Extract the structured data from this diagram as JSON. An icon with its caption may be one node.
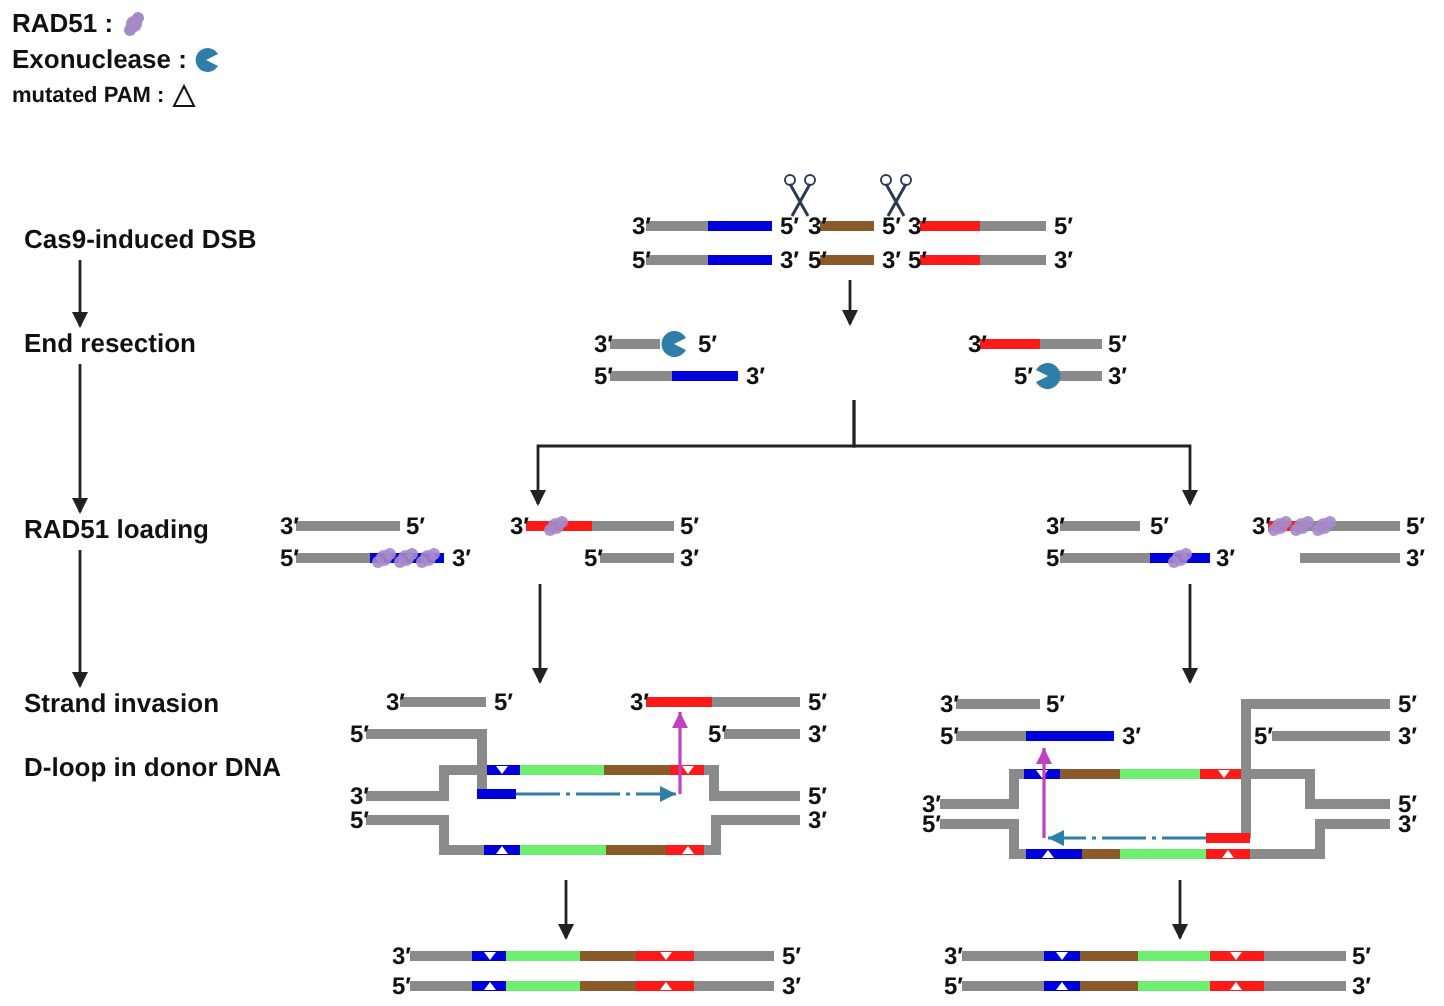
{
  "diagram": {
    "nodes": [
      {
        "text": [
          "Cas9-induced DSB"
        ]
      },
      {
        "text": [
          "End resection"
        ]
      },
      {
        "text": [
          "RAD51 loading"
        ]
      },
      {
        "text": [
          "Strand invasion"
        ]
      },
      {
        "text": [
          "D-loop in donor DNA"
        ]
      },
      {
        "text": [],
        "shape": "dna"
      },
      {
        "text": [],
        "shape": "dna"
      },
      {
        "text": [],
        "shape": "dna"
      },
      {
        "text": [],
        "shape": "dna"
      },
      {
        "text": [],
        "shape": "dna"
      },
      {
        "text": [],
        "shape": "dna"
      },
      {
        "text": [],
        "shape": "dna"
      },
      {
        "text": [],
        "shape": "dna"
      }
    ],
    "edges": [
      {
        "from": 0,
        "to": 1,
        "arrow": "to"
      },
      {
        "from": 1,
        "to": 2,
        "arrow": "to"
      },
      {
        "from": 2,
        "to": 3,
        "arrow": "to"
      },
      {
        "from": 5,
        "to": 6,
        "arrow": "to"
      },
      {
        "from": 6,
        "to": 7,
        "arrow": "to"
      },
      {
        "from": 6,
        "to": 8,
        "arrow": "to"
      },
      {
        "from": 7,
        "to": 9,
        "arrow": "to"
      },
      {
        "from": 8,
        "to": 10,
        "arrow": "to"
      },
      {
        "from": 9,
        "to": 11,
        "arrow": "to"
      },
      {
        "from": 10,
        "to": 12,
        "arrow": "to"
      }
    ],
    "labels": [
      "3′",
      "5′",
      "3′",
      "5′",
      "3′",
      "5′",
      "5′",
      "3′",
      "5′",
      "3′",
      "5′",
      "3′",
      "3′",
      "5′",
      "3′",
      "5′",
      "5′",
      "3′",
      "5′",
      "3′",
      "3′",
      "5′",
      "3′",
      "5′",
      "3′",
      "5′",
      "3′",
      "5′",
      "5′",
      "3′",
      "5′",
      "3′",
      "5′",
      "3′",
      "3′",
      "3′",
      "5′",
      "3′",
      "5′",
      "3′",
      "5′",
      "5′",
      "5′",
      "5′",
      "3′",
      "5′",
      "3′",
      "5′",
      "3′",
      "3′",
      "5′",
      "3′",
      "5′",
      "5′",
      "3′",
      "5′",
      "3′",
      "3′",
      "5′",
      "3′",
      "5′",
      "5′",
      "3′",
      "5′",
      "3′"
    ],
    "legend": [
      {
        "text": "RAD51 :"
      },
      {
        "text": "Exonuclease :"
      },
      {
        "text": "mutated PAM :"
      }
    ]
  }
}
